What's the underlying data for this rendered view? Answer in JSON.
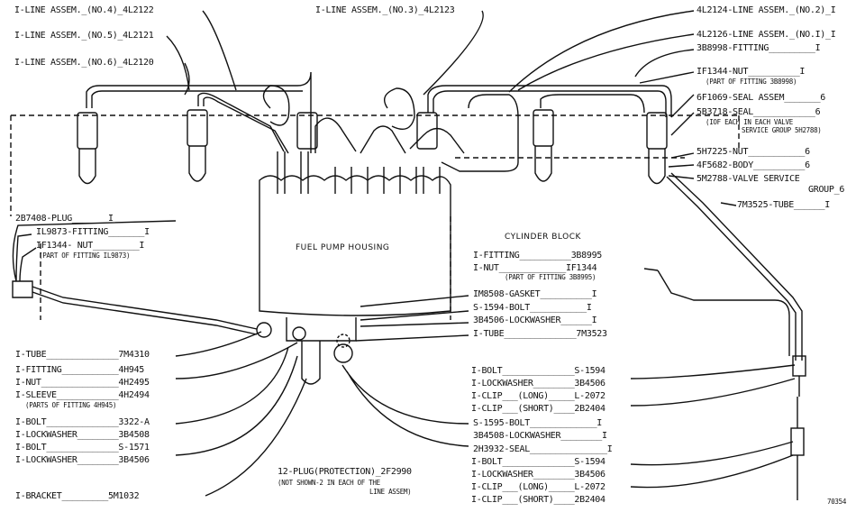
{
  "labels": {
    "line4": "I-LINE ASSEM._(NO.4)_4L2122",
    "line5": "I-LINE ASSEM._(NO.5)_4L2121",
    "line6": "I-LINE ASSEM._(NO.6)_4L2120",
    "line3": "I-LINE ASSEM._(NO.3)_4L2123",
    "line2": "4L2124-LINE ASSEM._(NO.2)_I",
    "line1": "4L2126-LINE ASSEM._(NO.I)_I",
    "fitting_top": "3B8998-FITTING_________I",
    "nut_top": "IF1344-NUT__________I",
    "nut_top_sub": "(PART OF FITTING 3B8998)",
    "seal_assem": "6F1069-SEAL ASSEM_______6",
    "seal": "5B3718-SEAL____________6",
    "seal_sub1": "(IOF EACH IN EACH VALVE",
    "seal_sub2": "SERVICE GROUP 5H2788)",
    "nut6": "5H7225-NUT___________6",
    "body6": "4F5682-BODY__________6",
    "valve": "5M2788-VALVE SERVICE",
    "valve2": "GROUP_6",
    "tube_right": "7M3525-TUBE______I",
    "plug": "2B7408-PLUG_______I",
    "fitting_l": "IL9873-FITTING_______I",
    "nut_l": "IF1344- NUT_________I",
    "nut_l_sub": "(PART OF FITTING IL9873)",
    "fuel_pump": "FUEL PUMP HOUSING",
    "cyl_block": "CYLINDER BLOCK",
    "fitting_m": "I-FITTING__________3B8995",
    "nut_m": "I-NUT_____________IF1344",
    "nut_m_sub": "(PART OF FITTING 3B8995)",
    "gasket": "IM8508-GASKET__________I",
    "bolt_s1594": "S-1594-BOLT___________I",
    "lockwasher_m": "3B4506-LOCKWASHER______I",
    "tube_m": "I-TUBE______________7M3523",
    "tube_l": "I-TUBE______________7M4310",
    "fitting_4h": "I-FITTING___________4H945",
    "nut_4h": "I-NUT_______________4H2495",
    "sleeve": "I-SLEEVE____________4H2494",
    "sleeve_sub": "(PARTS OF FITTING 4H945)",
    "bolt_3322": "I-BOLT______________3322-A",
    "lockwasher_3b4508": "I-LOCKWASHER________3B4508",
    "bolt_s1571": "I-BOLT______________S-1571",
    "lockwasher_3b4506": "I-LOCKWASHER________3B4506",
    "bracket": "I-BRACKET_________5M1032",
    "plug_prot": "12-PLUG(PROTECTION)_2F2990",
    "plug_prot_sub1": "(NOT SHOWN-2 IN EACH OF THE",
    "plug_prot_sub2": "LINE ASSEM)",
    "r_bolt1": "I-BOLT______________S-1594",
    "r_lw1": "I-LOCKWASHER________3B4506",
    "r_clip_long1": "I-CLIP___(LONG)_____L-2072",
    "r_clip_short1": "I-CLIP___(SHORT)____2B2404",
    "r_bolt_1595": "S-1595-BOLT_____________I",
    "r_lw_3b4508": "3B4508-LOCKWASHER________I",
    "r_seal": "2H3932-SEAL_______________I",
    "r_bolt2": "I-BOLT______________S-1594",
    "r_lw2": "I-LOCKWASHER________3B4506",
    "r_clip_long2": "I-CLIP___(LONG)_____L-2072",
    "r_clip_short2": "I-CLIP___(SHORT)____2B2404",
    "fig_no": "70354"
  }
}
